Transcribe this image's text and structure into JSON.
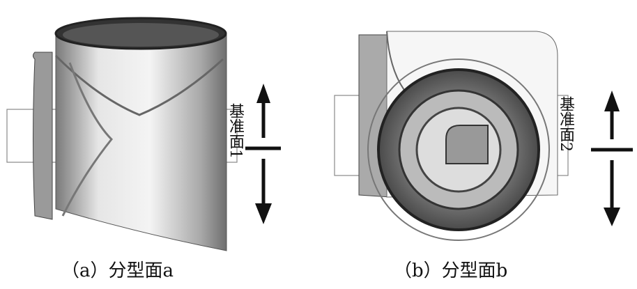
{
  "figure_a": {
    "plane_label": "基准面1",
    "caption": "（a）分型面a"
  },
  "figure_b": {
    "plane_label": "基准面2",
    "caption": "（b）分型面b"
  },
  "colors": {
    "ink": "#111111",
    "metal_light": "#e8e8e8",
    "metal_dark": "#8a8a8a"
  }
}
